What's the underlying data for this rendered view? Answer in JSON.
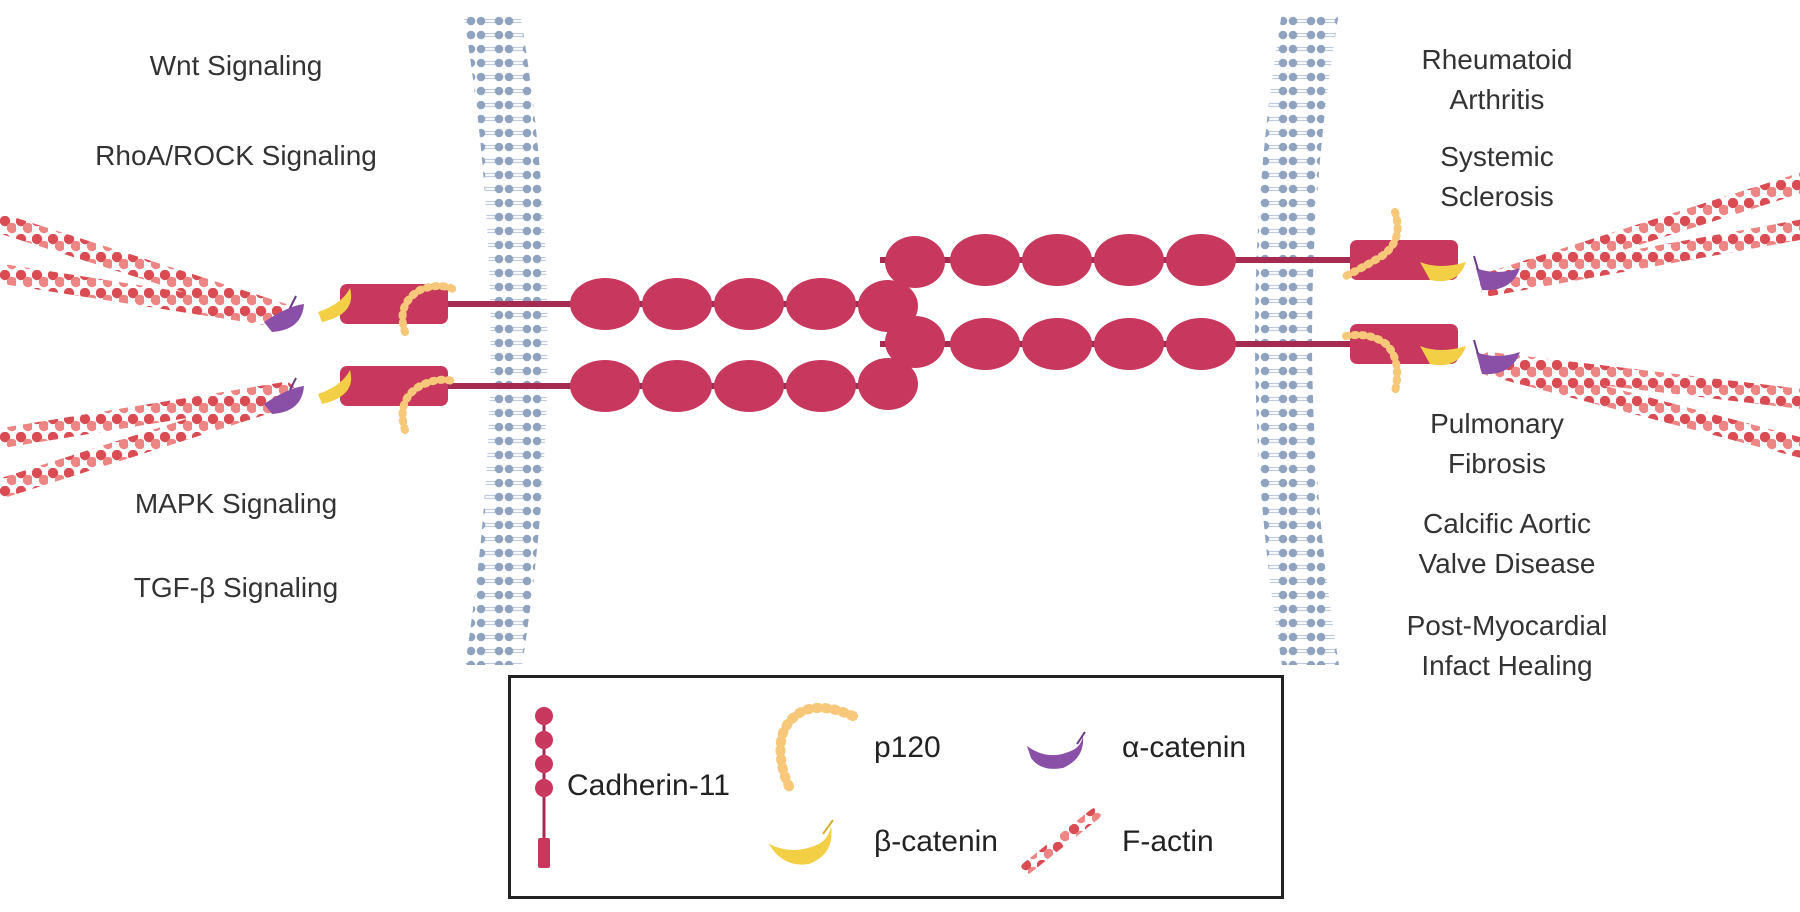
{
  "left_pathways": [
    "Wnt Signaling",
    "RhoA/ROCK Signaling",
    "MAPK Signaling",
    "TGF-β Signaling"
  ],
  "right_diseases": [
    [
      "Rheumatoid",
      "Arthritis"
    ],
    [
      "Systemic",
      "Sclerosis"
    ],
    [
      "Pulmonary",
      "Fibrosis"
    ],
    [
      "Calcific Aortic",
      "Valve Disease"
    ],
    [
      "Post-Myocardial",
      "Infact Healing"
    ]
  ],
  "legend": {
    "cadherin": "Cadherin-11",
    "p120": "p120",
    "alpha": "α-catenin",
    "beta": "β-catenin",
    "factin": "F-actin"
  },
  "colors": {
    "cadherin": "#c8385e",
    "p120": "#f7c77a",
    "beta_catenin": "#f2cf45",
    "alpha_catenin": "#8a50a8",
    "f_actin": "#e05a5a",
    "membrane": "#8fa3bf"
  }
}
